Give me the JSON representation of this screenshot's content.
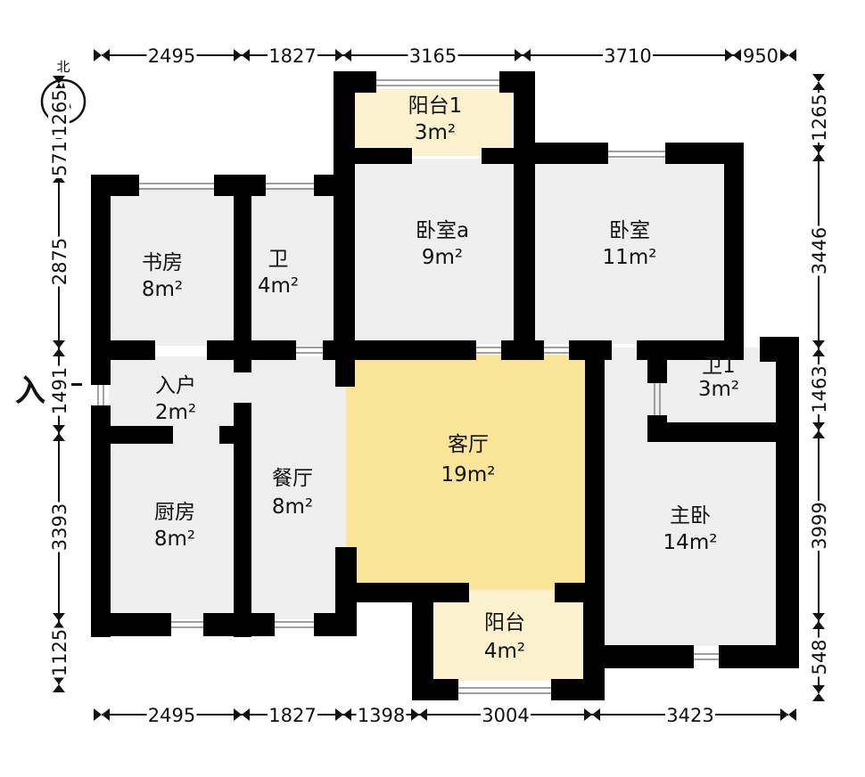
{
  "compass": {
    "label": "北"
  },
  "entrance": {
    "label": "入"
  },
  "colors": {
    "wall": "#000000",
    "floor": "#efefef",
    "living": "#fbe599",
    "balcony": "#fbf1cc",
    "dim_line": "#111111"
  },
  "rooms": [
    {
      "id": "balcony1",
      "name": "阳台1",
      "area": "3m²"
    },
    {
      "id": "bedroom_a",
      "name": "卧室a",
      "area": "9m²"
    },
    {
      "id": "bedroom",
      "name": "卧室",
      "area": "11m²"
    },
    {
      "id": "study",
      "name": "书房",
      "area": "8m²"
    },
    {
      "id": "bath",
      "name": "卫",
      "area": "4m²"
    },
    {
      "id": "entry",
      "name": "入户",
      "area": "2m²"
    },
    {
      "id": "bath1",
      "name": "卫1",
      "area": "3m²"
    },
    {
      "id": "living",
      "name": "客厅",
      "area": "19m²"
    },
    {
      "id": "dining",
      "name": "餐厅",
      "area": "8m²"
    },
    {
      "id": "kitchen",
      "name": "厨房",
      "area": "8m²"
    },
    {
      "id": "master",
      "name": "主卧",
      "area": "14m²"
    },
    {
      "id": "balcony2",
      "name": "阳台",
      "area": "4m²"
    }
  ],
  "dimensions": {
    "top": [
      "2495",
      "1827",
      "3165",
      "3710",
      "950"
    ],
    "bottom": [
      "2495",
      "1827",
      "1398",
      "3004",
      "3423"
    ],
    "left": [
      "1265",
      "571",
      "2875",
      "1491",
      "3393",
      "1125"
    ],
    "right": [
      "1265",
      "3446",
      "1463",
      "3999",
      "548"
    ]
  }
}
